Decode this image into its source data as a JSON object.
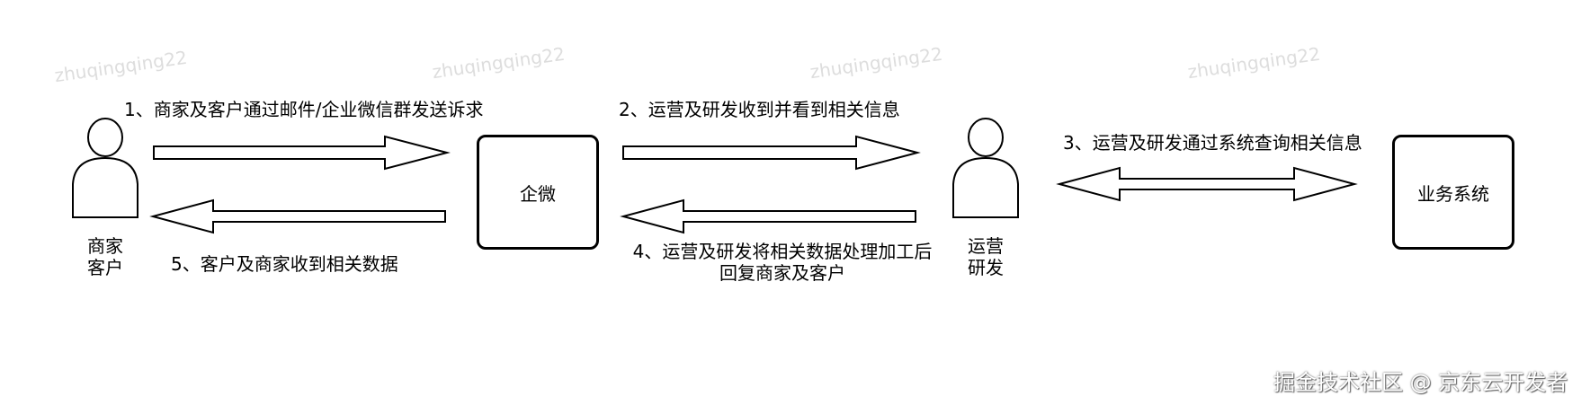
{
  "nodes": {
    "qiwei": "企微",
    "business_system": "业务系统"
  },
  "actors": {
    "merchant_customer": [
      "商家",
      "客户"
    ],
    "ops_dev": [
      "运营",
      "研发"
    ]
  },
  "steps": {
    "s1": "1、商家及客户通过邮件/企业微信群发送诉求",
    "s2": "2、运营及研发收到并看到相关信息",
    "s3": "3、运营及研发通过系统查询相关信息",
    "s4_line1": "4、运营及研发将相关数据处理加工后",
    "s4_line2": "回复商家及客户",
    "s5": "5、客户及商家收到相关数据"
  },
  "watermark": "zhuqingqing22",
  "credit": "掘金技术社区 @ 京东云开发者"
}
